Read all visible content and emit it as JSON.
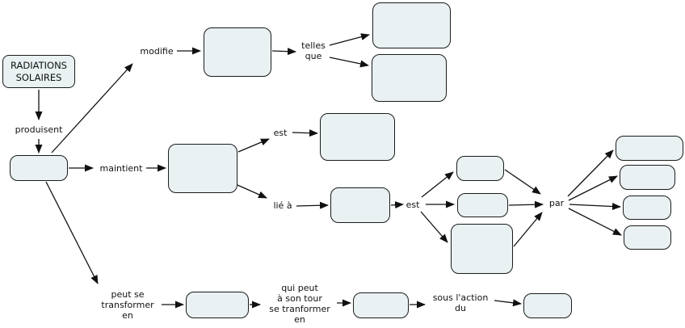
{
  "colors": {
    "background": "#ffffff",
    "box_fill": "#e9f1f2",
    "box_border": "#1b1b1b",
    "arrow": "#111111",
    "text": "#111111"
  },
  "root_node": {
    "label": "RADIATIONS\nSOLAIRES"
  },
  "link_labels": {
    "produisent": "produisent",
    "modifie": "modifie",
    "telles_que": "telles\nque",
    "maintient": "maintient",
    "est_1": "est",
    "lie_a": "lié à",
    "est_2": "est",
    "par": "par",
    "peut_se_transformer_en": "peut se\ntransformer\nen",
    "qui_peut_a_son_tour": "qui peut\nà son tour\nse tranformer\nen",
    "sous_l_action_du": "sous l'action\ndu"
  }
}
